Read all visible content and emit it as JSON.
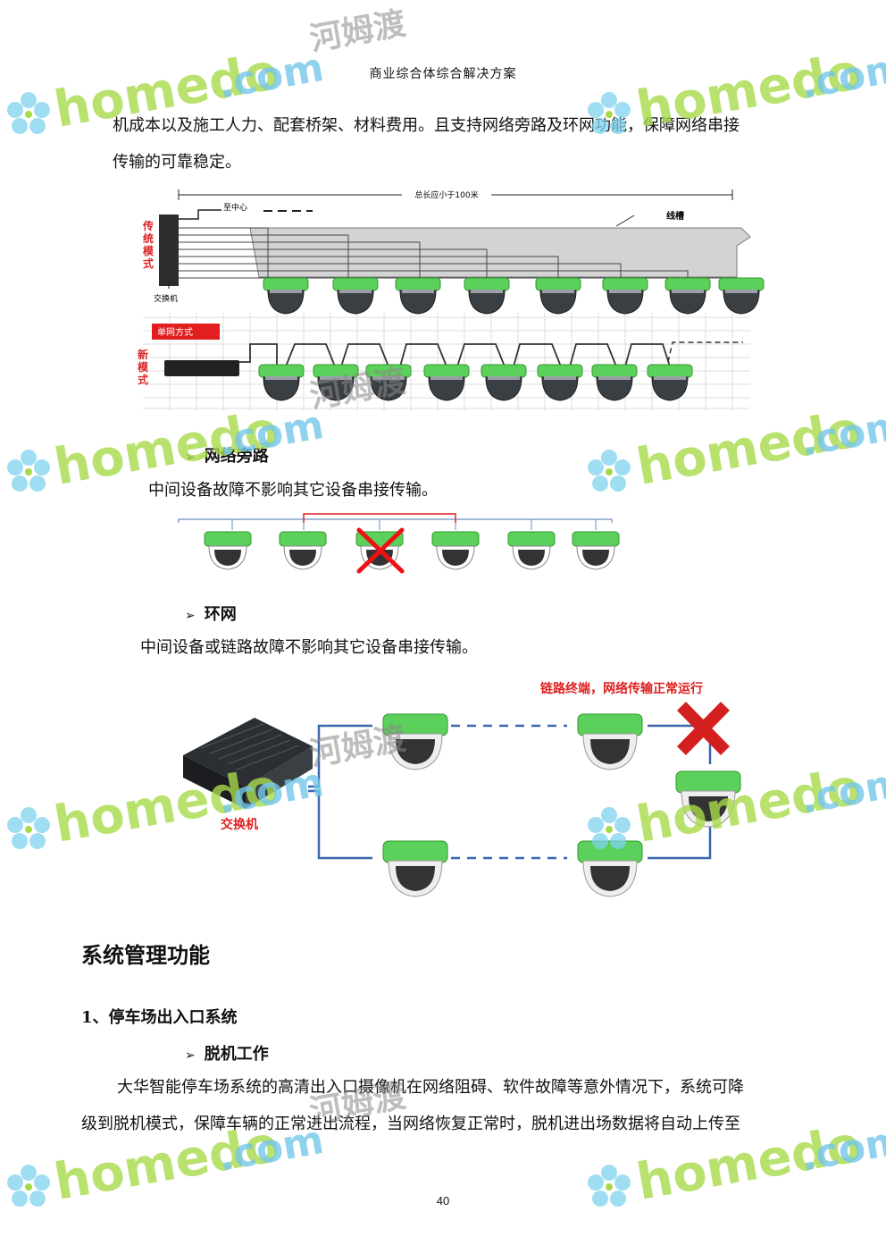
{
  "header": {
    "title": "商业综合体综合解决方案"
  },
  "intro": {
    "line1": "机成本以及施工人力、配套桥架、材料费用。且支持网络旁路及环网功能，保障网络串接",
    "line2": "传输的可靠稳定。"
  },
  "figure1": {
    "total_length": "总长应小于100米",
    "to_center": "至中心",
    "trunking": "线槽",
    "traditional": "传统模式",
    "switch": "交换机",
    "single_net": "单网方式",
    "new_mode": "新模式"
  },
  "bypass": {
    "heading": "网络旁路",
    "desc": "中间设备故障不影响其它设备串接传输。"
  },
  "ring": {
    "heading": "环网",
    "desc": "中间设备或链路故障不影响其它设备串接传输。",
    "link_note": "链路终端，网络传输正常运行",
    "switch": "交换机"
  },
  "section": {
    "title": "系统管理功能"
  },
  "sub1": {
    "title": "1、停车场出入口系统"
  },
  "offline": {
    "heading": "脱机工作",
    "line1": "大华智能停车场系统的高清出入口摄像机在网络阻碍、软件故障等意外情况下，系统可降",
    "line2": "级到脱机模式，保障车辆的正常进出流程，当网络恢复正常时，脱机进出场数据将自动上传至"
  },
  "watermark": {
    "brand": "homedo",
    "domain": ".com",
    "cn": "河姆渡"
  },
  "footer": {
    "page": "40"
  }
}
